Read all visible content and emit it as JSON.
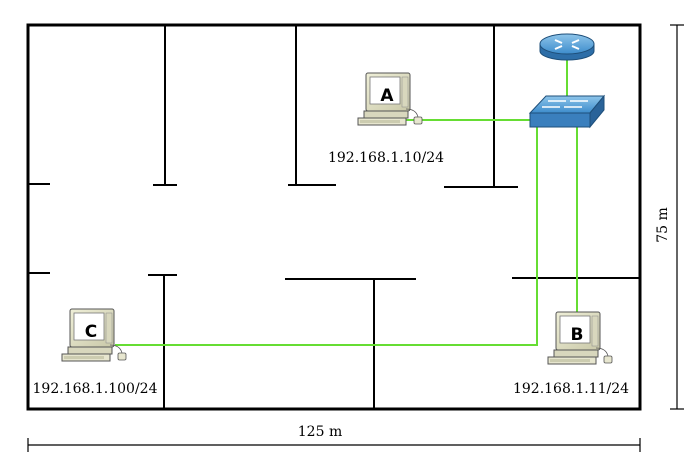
{
  "floorplan": {
    "width_label": "125 m",
    "height_label": "75 m"
  },
  "computers": {
    "a": {
      "letter": "A",
      "ip": "192.168.1.10/24"
    },
    "b": {
      "letter": "B",
      "ip": "192.168.1.11/24"
    },
    "c": {
      "letter": "C",
      "ip": "192.168.1.100/24"
    }
  },
  "network": {
    "devices": [
      "router-icon",
      "switch-icon"
    ],
    "link_color": "#66dd33"
  }
}
